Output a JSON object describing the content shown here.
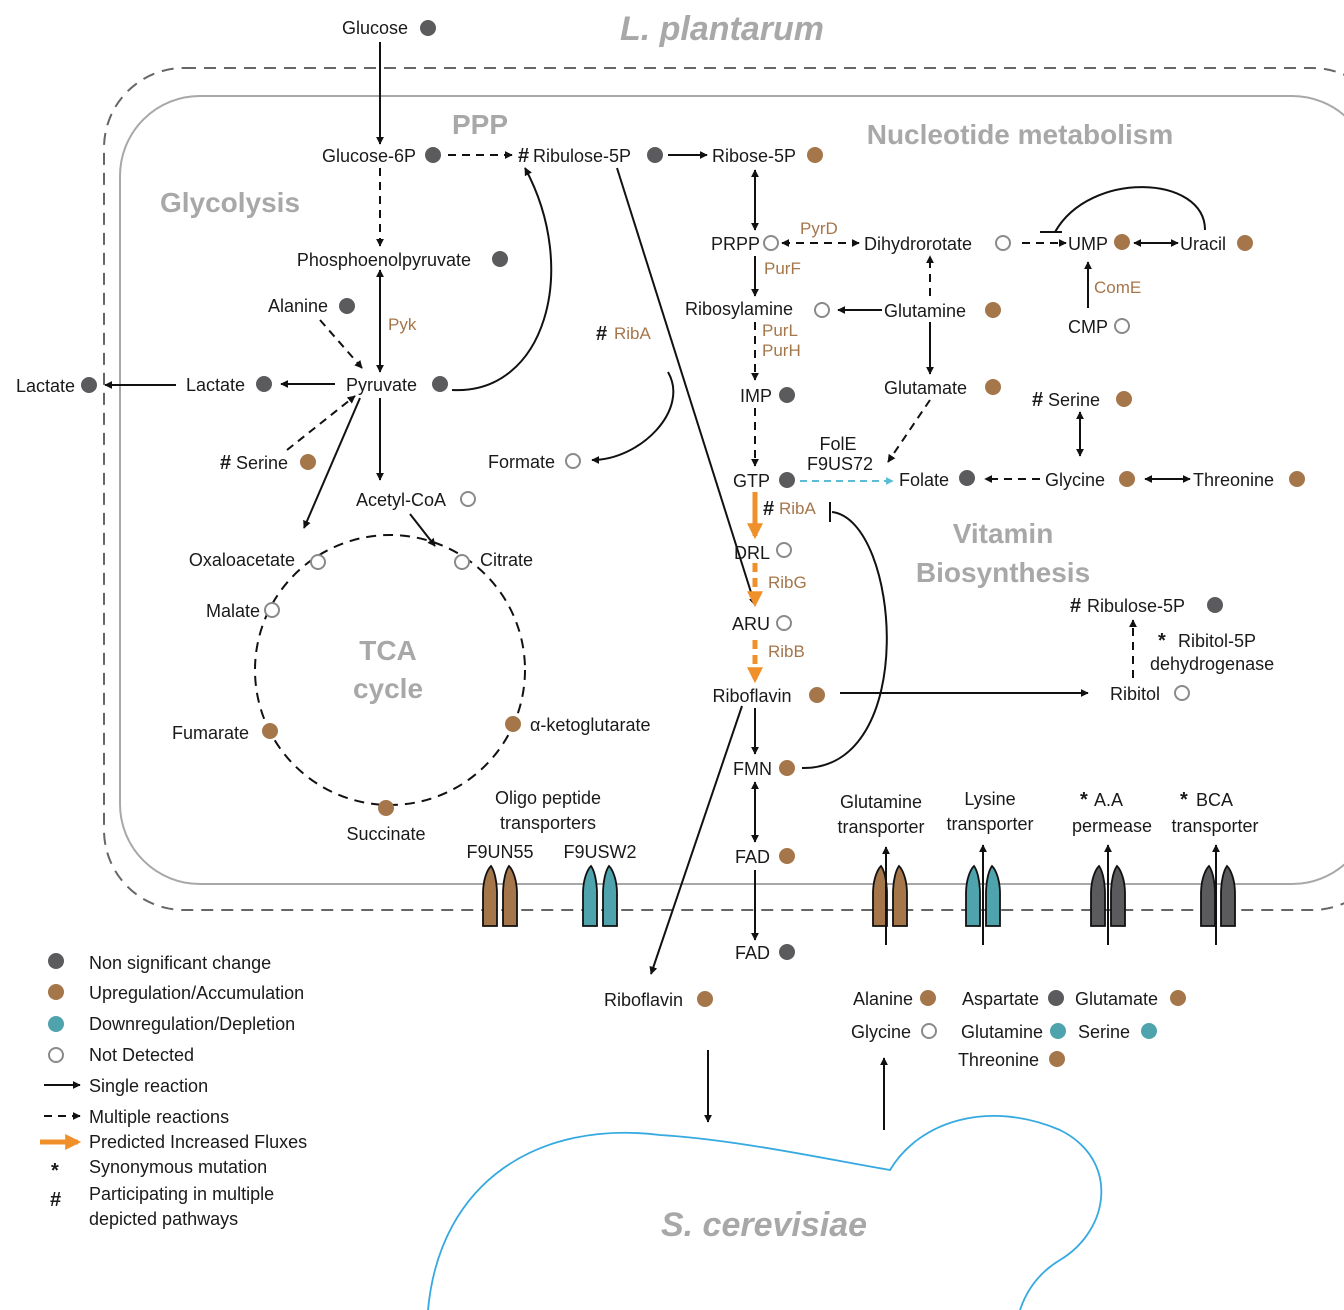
{
  "species": {
    "top": "L. plantarum",
    "bottom": "S. cerevisiae"
  },
  "sections": {
    "ppp": "PPP",
    "glycolysis": "Glycolysis",
    "nucleotide": "Nucleotide metabolism",
    "tca_1": "TCA",
    "tca_2": "cycle",
    "vitamin_1": "Vitamin",
    "vitamin_2": "Biosynthesis"
  },
  "metabolites": {
    "glucose": "Glucose",
    "glucose6p": "Glucose-6P",
    "ribulose5p": "Ribulose-5P",
    "ribose5p": "Ribose-5P",
    "pep": "Phosphoenolpyruvate",
    "alanine": "Alanine",
    "pyruvate": "Pyruvate",
    "lactate_in": "Lactate",
    "lactate_out": "Lactate",
    "serine_left": "Serine",
    "acetylcoa": "Acetyl-CoA",
    "formate": "Formate",
    "oxaloacetate": "Oxaloacetate",
    "citrate": "Citrate",
    "malate": "Malate",
    "fumarate": "Fumarate",
    "akg": "α-ketoglutarate",
    "succinate": "Succinate",
    "prpp": "PRPP",
    "dihydrorotate": "Dihydrorotate",
    "ump": "UMP",
    "uracil": "Uracil",
    "cmp": "CMP",
    "ribosylamine": "Ribosylamine",
    "glutamine": "Glutamine",
    "glutamate": "Glutamate",
    "imp": "IMP",
    "serine_right": "Serine",
    "gtp": "GTP",
    "folate": "Folate",
    "glycine": "Glycine",
    "threonine": "Threonine",
    "drl": "DRL",
    "aru": "ARU",
    "riboflavin_in": "Riboflavin",
    "fmn": "FMN",
    "fad_1": "FAD",
    "fad_2": "FAD",
    "riboflavin_out": "Riboflavin",
    "ribulose5p_right": "Ribulose-5P",
    "ribitol": "Ribitol",
    "ribitol5p_dh_1": "Ribitol-5P",
    "ribitol5p_dh_2": "dehydrogenase"
  },
  "enzymes": {
    "pyk": "Pyk",
    "ribA_left": "RibA",
    "pyrD": "PyrD",
    "purF": "PurF",
    "purL": "PurL",
    "purH": "PurH",
    "comE": "ComE",
    "folE": "FolE",
    "f9us72": "F9US72",
    "ribA_mid": "RibA",
    "ribG": "RibG",
    "ribB": "RibB"
  },
  "transporters": {
    "oligo_1": "Oligo peptide",
    "oligo_2": "transporters",
    "f9un55": "F9UN55",
    "f9usw2": "F9USW2",
    "gln_1": "Glutamine",
    "gln_2": "transporter",
    "lys_1": "Lysine",
    "lys_2": "transporter",
    "aa_1": "A.A",
    "aa_2": "permease",
    "bca_1": "BCA",
    "bca_2": "transporter"
  },
  "extracellular": {
    "alanine": "Alanine",
    "aspartate": "Aspartate",
    "glutamate": "Glutamate",
    "glycine": "Glycine",
    "glutamine": "Glutamine",
    "serine": "Serine",
    "threonine": "Threonine"
  },
  "legend": {
    "nonsig": "Non significant change",
    "up": "Upregulation/Accumulation",
    "down": "Downregulation/Depletion",
    "nd": "Not Detected",
    "single": "Single reaction",
    "multiple": "Multiple reactions",
    "flux": "Predicted Increased Fluxes",
    "syn_symbol": "*",
    "syn": "Synonymous mutation",
    "multi_symbol": "#",
    "multi_1": "Participating in multiple",
    "multi_2": "depicted pathways"
  },
  "colors": {
    "non_significant": "#5b5b5e",
    "upregulation": "#a5764a",
    "downregulation": "#4fa3ad",
    "predicted_flux": "#f0902a",
    "folate_link": "#5bbcd6",
    "yeast_outline": "#35a9e0"
  }
}
